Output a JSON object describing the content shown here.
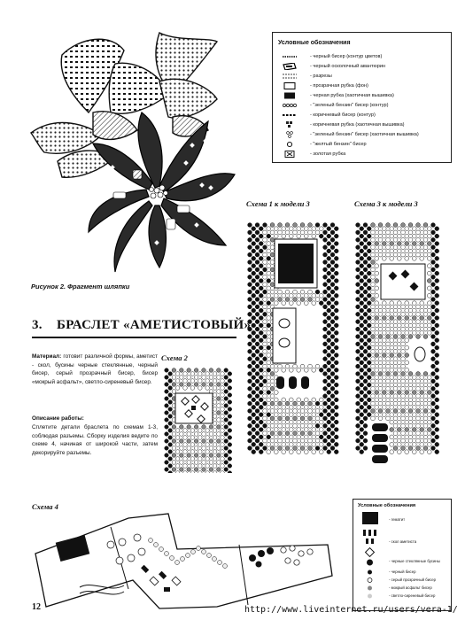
{
  "legend": {
    "title": "Условные обозначения",
    "items": [
      "- черный бисер (контур цветов)",
      "- черный осколочный авантюрин",
      "- разрезы",
      "- прозрачная рубка (фон)",
      "- черная рубка (хаотичная вышивка)",
      "- \"зеленый бензин\" бисер (контур)",
      "- коричневый бисер (контур)",
      "- коричневая рубка (хаотичная вышивка)",
      "- \"зеленый бензин\" бисер (хаотичная вышивка)",
      "- \"желтый бензин\" бисер",
      "- золотая рубка"
    ]
  },
  "figure2_caption": "Рисунок 2. Фрагмент шляпки",
  "scheme1_title": "Схема 1 к модели 3",
  "scheme3_title": "Схема 3 к модели 3",
  "scheme2_title": "Схема 2",
  "scheme4_title": "Схема 4",
  "section": {
    "number": "3.",
    "title": "БРАСЛЕТ «АМЕТИСТОВЫЙ»"
  },
  "materials_label": "Материал:",
  "materials_text": "готовит различной формы, аметист - скол, бусины черные стеклянные, черный бисер, серый прозрачный бисер, бисер «мокрый асфальт», светло-сиреневый бисер.",
  "work_title": "Описание работы:",
  "work_text": "Сплетите детали браслета по схемам 1-3, соблюдая разъемы. Сборку изделия ведите по схеме 4, начиная от широкой части, затем декорируйте разъемы.",
  "legend2": {
    "title": "Условные обозначения",
    "items": [
      "- гематит",
      "- скол аметиста",
      "- черные стеклянные бусины",
      "- черный бисер",
      "- серый прозрачный бисер",
      "- мокрый асфальт бисер",
      "- светло-сиреневый бисер"
    ]
  },
  "page_number": "12",
  "url": "http://www.liveinternet.ru/users/vera-1/"
}
